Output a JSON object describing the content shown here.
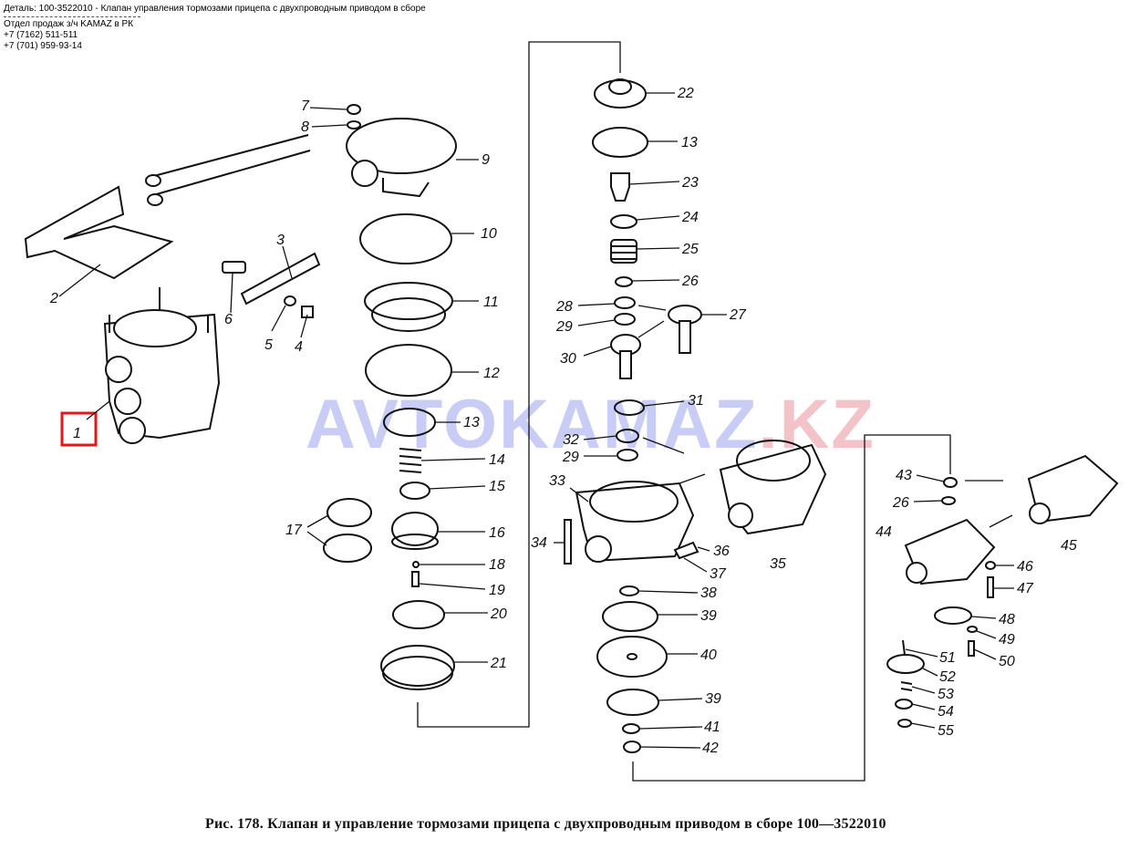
{
  "header": {
    "detail": "Деталь: 100-3522010 - Клапан управления тормозами прицепа с двухпроводным приводом в сборе",
    "dept": "Отдел продаж з/ч KAMAZ в РК",
    "phone1": "+7 (7162) 511-511",
    "phone2": "+7 (701) 959-93-14"
  },
  "watermark": {
    "part1": "AVTOKAMAZ",
    "part2": ".KZ"
  },
  "caption": "Рис. 178. Клапан и управление тормозами прицепа с двухпроводным приводом в сборе 100—3522010",
  "selected_label": "1",
  "labels": [
    "2",
    "3",
    "4",
    "5",
    "6",
    "7",
    "8",
    "9",
    "10",
    "11",
    "12",
    "13",
    "14",
    "15",
    "16",
    "17",
    "18",
    "19",
    "20",
    "21",
    "22",
    "13",
    "23",
    "24",
    "25",
    "26",
    "27",
    "28",
    "29",
    "30",
    "31",
    "32",
    "29",
    "33",
    "34",
    "35",
    "36",
    "37",
    "38",
    "39",
    "40",
    "39",
    "41",
    "42",
    "43",
    "26",
    "44",
    "45",
    "46",
    "47",
    "48",
    "49",
    "50",
    "51",
    "52",
    "53",
    "54",
    "55"
  ],
  "colors": {
    "highlight": "#e3171b",
    "watermark_blue": "#c9cdf6",
    "watermark_red": "#f2c4c9"
  }
}
